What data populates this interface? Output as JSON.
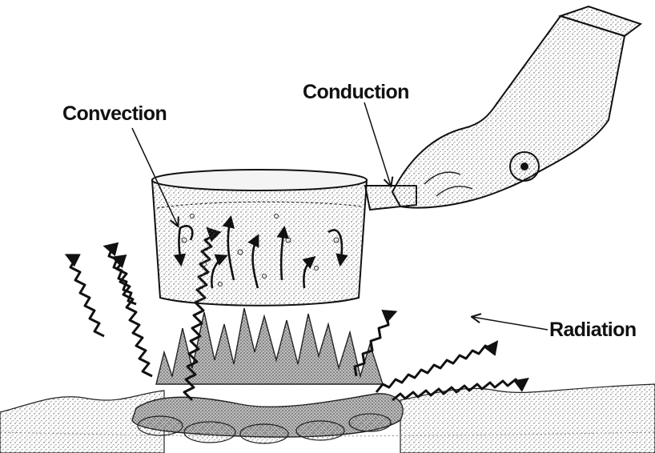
{
  "labels": {
    "convection": "Convection",
    "conduction": "Conduction",
    "radiation": "Radiation"
  },
  "colors": {
    "ink": "#111111",
    "stipple": "#555555",
    "background": "#ffffff"
  }
}
